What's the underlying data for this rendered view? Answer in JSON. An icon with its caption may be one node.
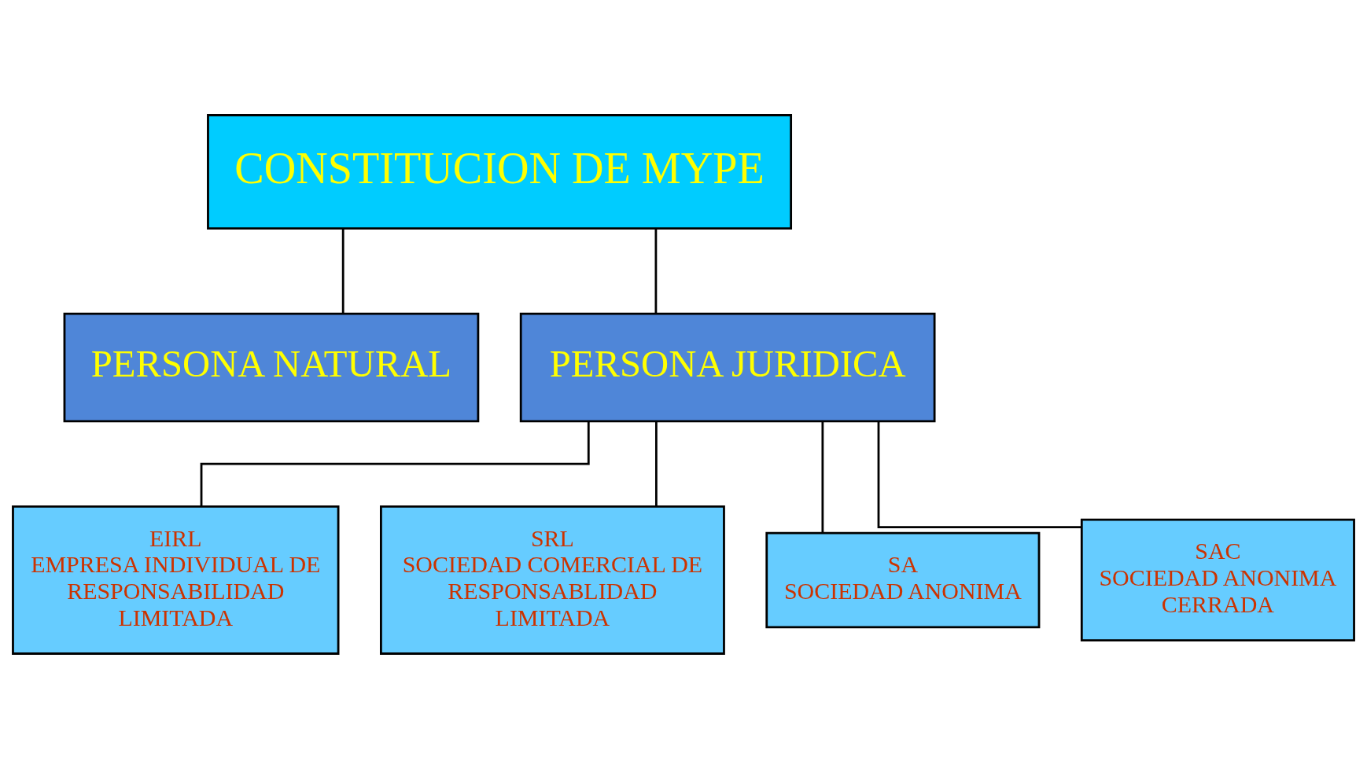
{
  "diagram": {
    "nodes": [
      {
        "text": [
          "CONSTITUCION DE MYPE"
        ]
      },
      {
        "text": [
          "PERSONA NATURAL"
        ]
      },
      {
        "text": [
          "PERSONA JURIDICA"
        ]
      },
      {
        "text": [
          "EIRL",
          "EMPRESA INDIVIDUAL DE RESPONSABILIDAD LIMITADA"
        ]
      },
      {
        "text": [
          "SRL",
          "SOCIEDAD COMERCIAL DE RESPONSABLIDAD LIMITADA"
        ]
      },
      {
        "text": [
          "SA",
          "SOCIEDAD ANONIMA"
        ]
      },
      {
        "text": [
          "SAC",
          "SOCIEDAD ANONIMA CERRADA"
        ]
      }
    ],
    "edges": [
      {
        "from": 0,
        "to": 1,
        "arrow": "none"
      },
      {
        "from": 0,
        "to": 2,
        "arrow": "none"
      },
      {
        "from": 2,
        "to": 3,
        "arrow": "none"
      },
      {
        "from": 2,
        "to": 4,
        "arrow": "none"
      },
      {
        "from": 2,
        "to": 5,
        "arrow": "none"
      },
      {
        "from": 2,
        "to": 6,
        "arrow": "none"
      }
    ]
  }
}
